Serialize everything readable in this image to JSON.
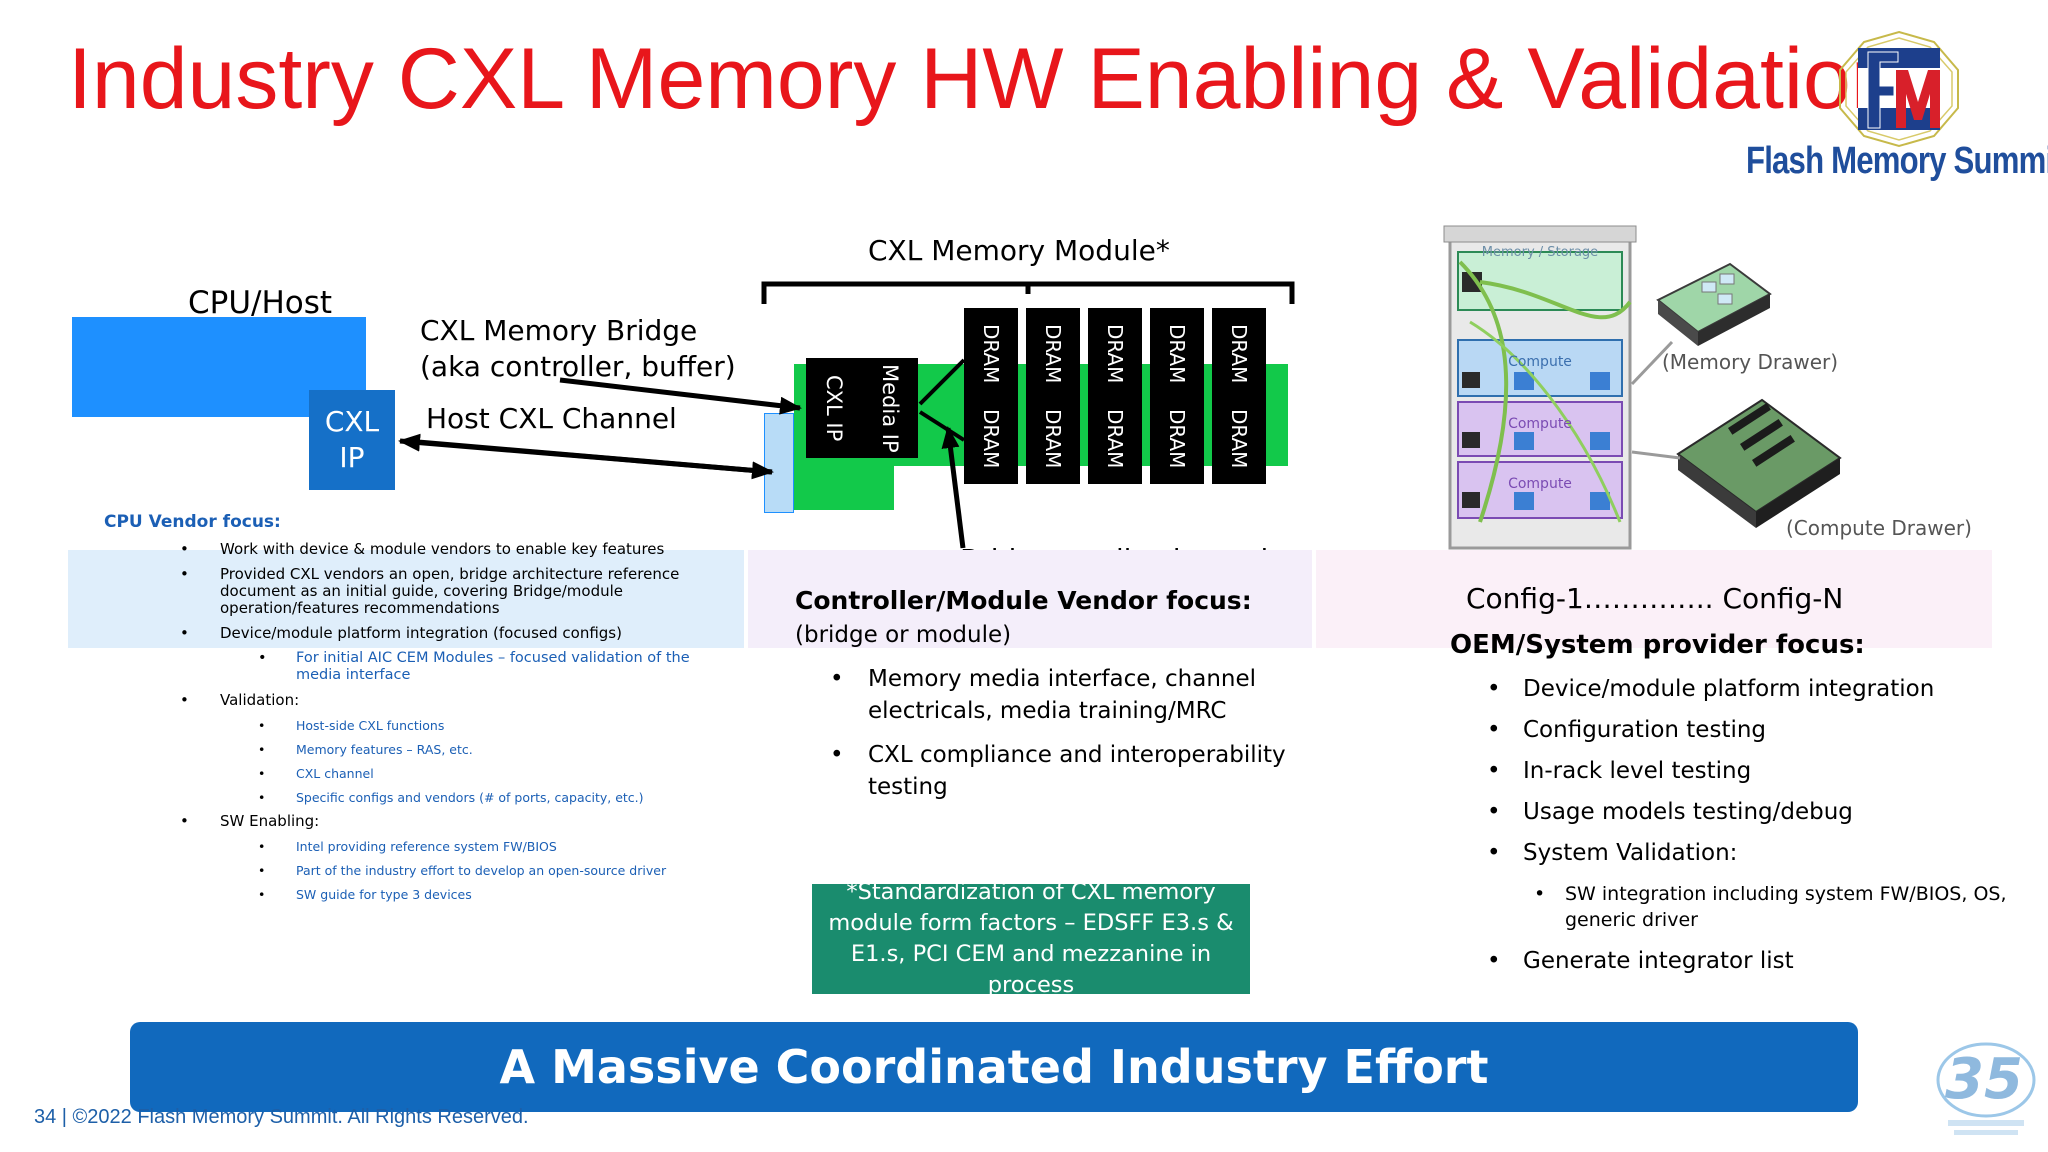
{
  "slide": {
    "title": "Industry CXL Memory HW Enabling & Validation",
    "logo_text": "Flash Memory Summit",
    "footer": "34 | ©2022 Flash Memory Summit. All Rights Reserved.",
    "banner": "A Massive Coordinated Industry Effort"
  },
  "diagram": {
    "cpu_host": "CPU/Host",
    "cxl_ip_line1": "CXL",
    "cxl_ip_line2": "IP",
    "bridge_line1": "CXL Memory Bridge",
    "bridge_line2": "(aka controller, buffer)",
    "host_channel": "Host CXL Channel",
    "module_label": "CXL Memory Module*",
    "bridge_cxl_ip": "CXL IP",
    "media_ip": "Media IP",
    "dram": "DRAM",
    "bridge_media_channel": "Bridge-media channel",
    "memory_drawer": "(Memory Drawer)",
    "compute_drawer": "(Compute Drawer)",
    "rack_labels": [
      "Memory / Storage",
      "Compute",
      "Compute",
      "Compute"
    ],
    "config_range": "Config-1………….. Config-N"
  },
  "cpu_vendor": {
    "heading": "CPU Vendor focus:",
    "b1": "Work with device & module vendors to enable key features",
    "b2": "Provided CXL vendors an open, bridge architecture reference document as an initial guide, covering Bridge/module operation/features recommendations",
    "b3": "Device/module platform integration (focused configs)",
    "b3_1": "For initial AIC CEM Modules – focused validation of the media interface",
    "b4": "Validation:",
    "b4_1": "Host-side CXL functions",
    "b4_2": "Memory features – RAS, etc.",
    "b4_3": "CXL channel",
    "b4_4": "Specific configs and vendors (# of ports, capacity, etc.)",
    "b5": "SW Enabling:",
    "b5_1": "Intel providing reference system FW/BIOS",
    "b5_2": "Part of the industry effort to develop an open-source driver",
    "b5_3": "SW guide for type 3 devices"
  },
  "controller_vendor": {
    "heading": "Controller/Module Vendor focus:",
    "heading_suffix": " (bridge or module)",
    "b1": "Memory media interface, channel electricals, media training/MRC",
    "b2": "CXL compliance and interoperability testing"
  },
  "standardization_note": "*Standardization of CXL memory module form factors – EDSFF E3.s & E1.s, PCI CEM and mezzanine in process",
  "oem_vendor": {
    "heading": "OEM/System provider focus:",
    "b1": "Device/module platform integration",
    "b2": "Configuration testing",
    "b3": "In-rack level testing",
    "b4": "Usage models testing/debug",
    "b5": "System Validation:",
    "b5_1": "SW integration including system FW/BIOS, OS, generic driver",
    "b6": "Generate integrator list"
  },
  "colors": {
    "title": "#e8161b",
    "blue_box": "#1e90ff",
    "cxl_ip_box": "#1570c8",
    "green": "#12c94a",
    "standard_box": "#1a8c6e",
    "banner": "#1169bd"
  }
}
